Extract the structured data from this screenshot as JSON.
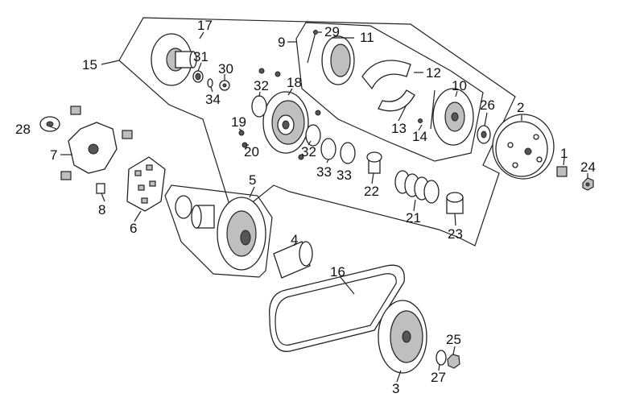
{
  "labels": {
    "p1": "1",
    "p2": "2",
    "p3": "3",
    "p4": "4",
    "p5": "5",
    "p6": "6",
    "p7": "7",
    "p8": "8",
    "p9": "9",
    "p10": "10",
    "p11": "11",
    "p12": "12",
    "p13": "13",
    "p14": "14",
    "p15": "15",
    "p16": "16",
    "p17": "17",
    "p18": "18",
    "p19": "19",
    "p20": "20",
    "p21": "21",
    "p22": "22",
    "p23": "23",
    "p24": "24",
    "p25": "25",
    "p26": "26",
    "p27": "27",
    "p28": "28",
    "p29": "29",
    "p30": "30",
    "p31": "31",
    "p32a": "32",
    "p32b": "32",
    "p33a": "33",
    "p33b": "33",
    "p34": "34"
  }
}
